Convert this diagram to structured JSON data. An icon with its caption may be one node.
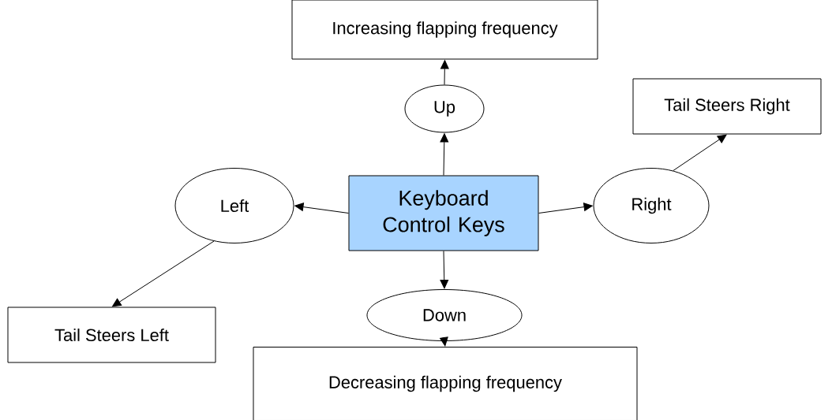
{
  "diagram": {
    "nodes": [
      {
        "text": [
          "Increasing flapping frequency"
        ]
      },
      {
        "text": [
          "Up"
        ]
      },
      {
        "text": [
          "Tail Steers Right"
        ]
      },
      {
        "text": [
          "Left"
        ]
      },
      {
        "text": [
          "Keyboard Control Keys"
        ]
      },
      {
        "text": [
          "Right"
        ]
      },
      {
        "text": [
          "Down"
        ]
      },
      {
        "text": [
          "Tail Steers Left"
        ]
      },
      {
        "text": [
          "Decreasing flapping frequency"
        ]
      }
    ],
    "edges": [
      {
        "from": 4,
        "to": 1,
        "arrow": "to"
      },
      {
        "from": 1,
        "to": 0,
        "arrow": "to"
      },
      {
        "from": 4,
        "to": 3,
        "arrow": "to"
      },
      {
        "from": 3,
        "to": 7,
        "arrow": "to"
      },
      {
        "from": 4,
        "to": 5,
        "arrow": "to"
      },
      {
        "from": 5,
        "to": 2,
        "arrow": "to"
      },
      {
        "from": 4,
        "to": 6,
        "arrow": "to"
      },
      {
        "from": 6,
        "to": 8,
        "arrow": "to"
      }
    ]
  }
}
